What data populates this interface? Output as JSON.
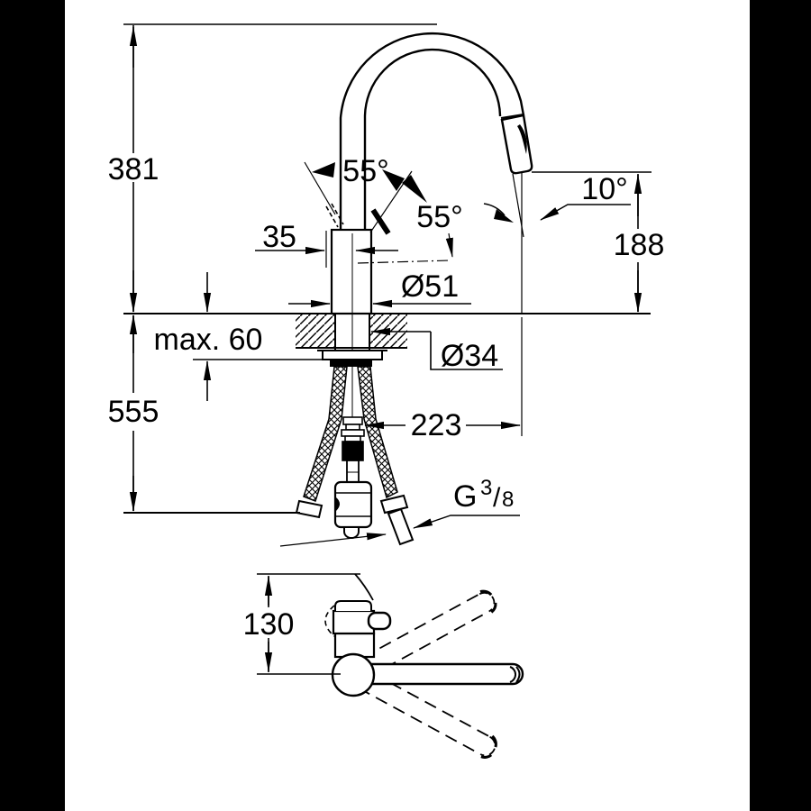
{
  "drawing_title": "faucet-dimensional-drawing",
  "colors": {
    "line": "#000000",
    "background": "#ffffff",
    "side_bars": "#000000"
  },
  "front_view": {
    "total_height": "381",
    "lever_angle_left": "55°",
    "lever_angle_right": "55°",
    "lever_offset": "35",
    "spray_angle": "10°",
    "outlet_height": "188",
    "body_diameter": "Ø51",
    "deck_thickness": "max. 60",
    "hole_diameter": "Ø34",
    "below_deck_depth": "555",
    "spray_reach": "223",
    "thread_label": {
      "g": "G",
      "numerator": "3",
      "slash": "/",
      "denominator": "8"
    }
  },
  "top_view": {
    "handle_height": "130"
  }
}
